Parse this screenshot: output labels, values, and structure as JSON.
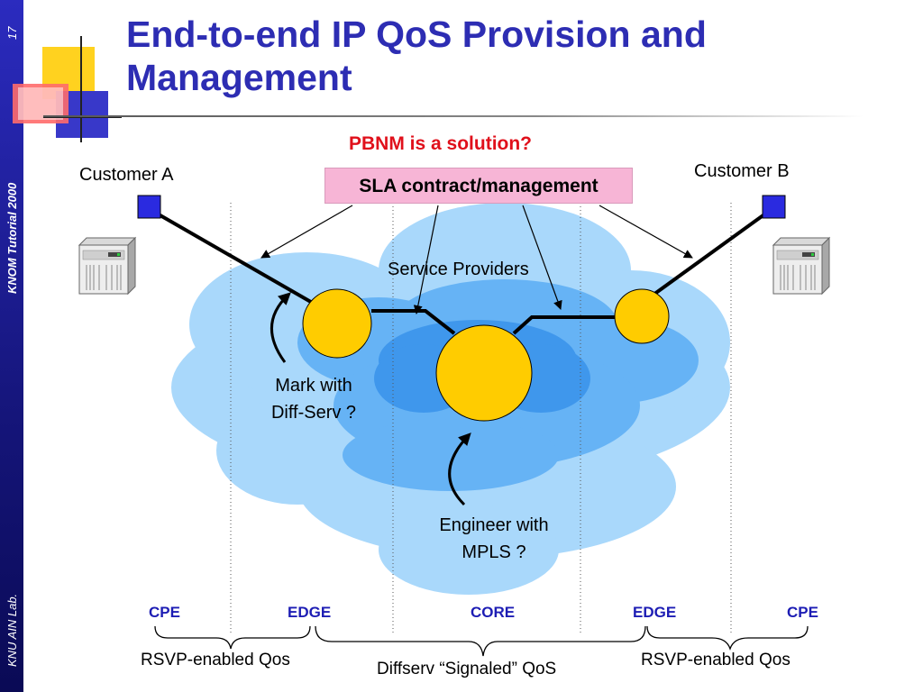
{
  "slide": {
    "number": "17",
    "side_top": "KNOM Tutorial 2000",
    "side_bottom": "KNU AIN Lab.",
    "title_line1": "End-to-end IP QoS Provision and",
    "title_line2": "Management"
  },
  "diagram": {
    "question": "PBNM is a solution?",
    "sla_box": "SLA contract/management",
    "customer_a": "Customer A",
    "customer_b": "Customer B",
    "service_providers": "Service Providers",
    "mark_line1": "Mark with",
    "mark_line2": "Diff-Serv ?",
    "engineer_line1": "Engineer with",
    "engineer_line2": "MPLS ?"
  },
  "tiers": {
    "cpe_left": "CPE",
    "edge_left": "EDGE",
    "core": "CORE",
    "edge_right": "EDGE",
    "cpe_right": "CPE"
  },
  "qos": {
    "left": "RSVP-enabled Qos",
    "middle": "Diffserv “Signaled” QoS",
    "right": "RSVP-enabled Qos"
  },
  "colors": {
    "title": "#2d2db3",
    "sidebar": "#15157a",
    "question": "#e0101b",
    "sla_fill": "#f7b5d6",
    "router_fill": "#ffcc00",
    "cloud_light": "#a9d8fb",
    "cloud_mid": "#66b3f5",
    "cloud_dark": "#3f97ec",
    "customer_square": "#2a2ae0",
    "tier_text": "#1d1db4"
  }
}
